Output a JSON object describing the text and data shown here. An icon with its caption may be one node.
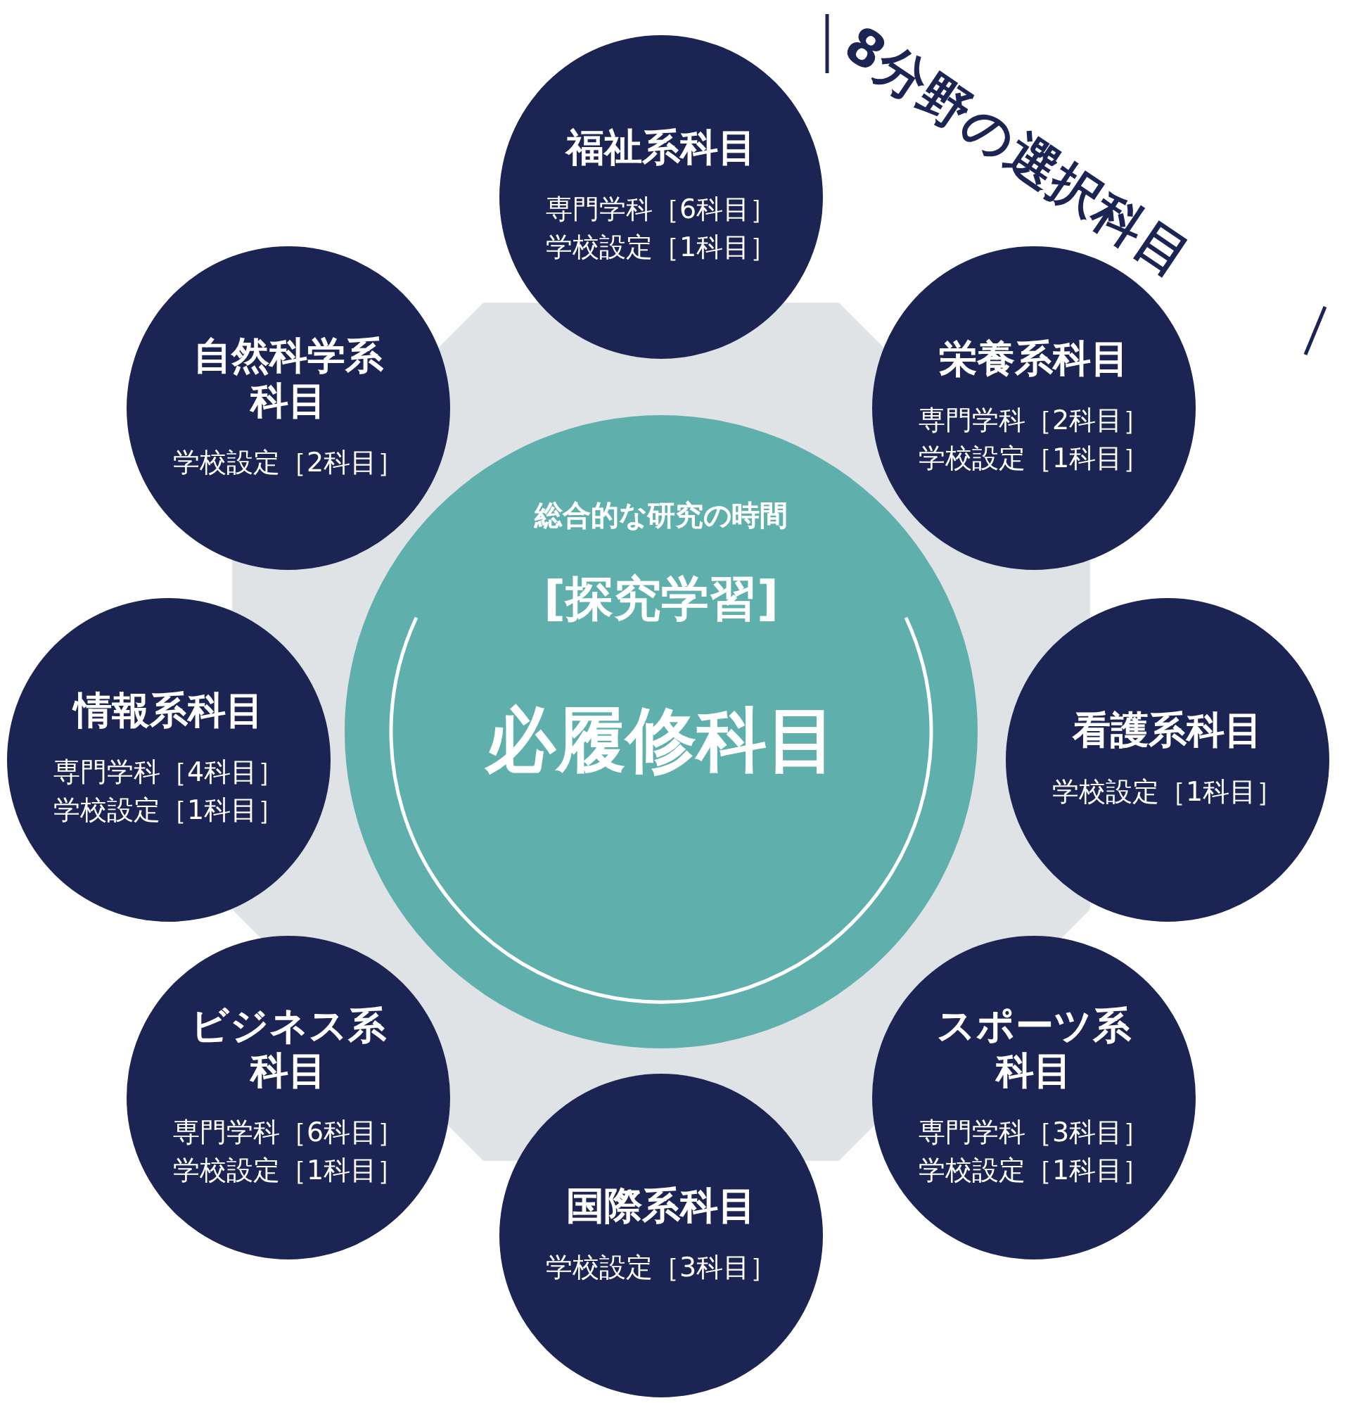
{
  "diagram": {
    "title": "8分野の選択科目",
    "nodes": [
      {
        "text": [
          "総合的な研究の時間",
          "[探究学習]",
          "必履修科目"
        ]
      },
      {
        "text": [
          "福祉系科目",
          "専門学科［6科目］",
          "学校設定［1科目］"
        ]
      },
      {
        "text": [
          "栄養系科目",
          "専門学科［2科目］",
          "学校設定［1科目］"
        ]
      },
      {
        "text": [
          "看護系科目",
          "学校設定［1科目］"
        ]
      },
      {
        "text": [
          "スポーツ系科目",
          "専門学科［3科目］",
          "学校設定［1科目］"
        ]
      },
      {
        "text": [
          "国際系科目",
          "学校設定［3科目］"
        ]
      },
      {
        "text": [
          "ビジネス系科目",
          "専門学科［6科目］",
          "学校設定［1科目］"
        ]
      },
      {
        "text": [
          "情報系科目",
          "専門学科［4科目］",
          "学校設定［1科目］"
        ]
      },
      {
        "text": [
          "自然科学系科目",
          "学校設定［2科目］"
        ]
      }
    ]
  }
}
